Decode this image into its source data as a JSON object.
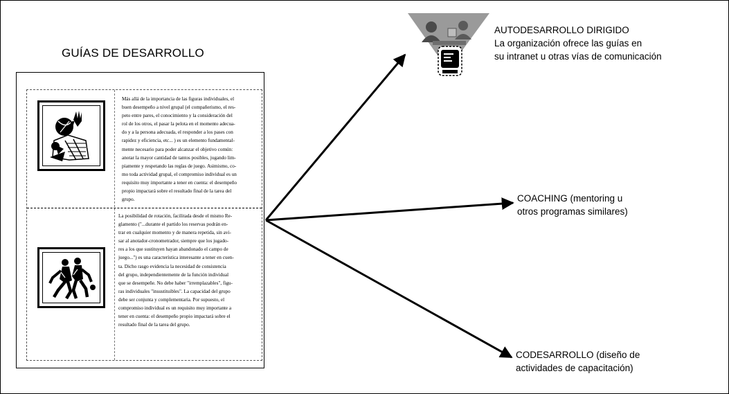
{
  "document": {
    "title": "GUÍAS DE DESARROLLO",
    "paragraph_1": "Más allá de la importancia de las figuras individuales, el\nbuen desempeño a nivel grupal (el compañerismo, el res-\npeto entre pares, el conocimiento y la  consideración del\nrol de los otros, el pasar la pelota en el momento adecua-\ndo y a la persona adecuada, el responder a los    pases con\nrapidez y eficiencia, etc... ) es un elemento fundamental-\nmente necesario para poder alcanzar el objetivo común:\nanotar la mayor cantidad de tantos posibles, jugando     lim-\npiamente y respetando las reglas de juego. Asimismo,     co-\nmo toda actividad grupal, el compromiso individual es un\nrequisito muy importante a tener en cuenta: el desempeño\npropio impactará sobre el resultado final de la tarea del\ngrupo.",
    "paragraph_2": "La posibilidad de rotación, facilitada desde el mismo Re-\nglamento (\"...durante  el partido los reservas podrán en-\ntrar en cualquier momento y de manera repetida, sin    avi-\nsar al anotador-cronometrador, siempre que los jugado-\nres a los que sustituyen hayan abandonado el campo de\njuego...\") es una característica interesante a tener en     cuen-\nta. Dicho rasgo evidencia la    necesidad  de consistencia\ndel grupo, independientemente de la función individual\nque se desempeñe. No debe haber \"irremplazables\",     figu-\nras individuales \"insustituibles\". La capacidad del grupo\ndebe ser conjunta y complementaria.   Por supuesto, el\ncompromiso individual es un requisito muy importante a\ntener en cuenta: el desempeño propio impactará sobre el\nresultado final de la tarea del grupo."
  },
  "targets": [
    {
      "name": "autodesarrollo",
      "lines": [
        "AUTODESARROLLO DIRIGIDO",
        "La organización ofrece las guías en",
        "su intranet u otras vías de comunicación"
      ]
    },
    {
      "name": "coaching",
      "lines": [
        "COACHING (mentoring u",
        "otros programas similares)"
      ]
    },
    {
      "name": "codesarrollo",
      "lines": [
        "CODESARROLLO (diseño de",
        "actividades de capacitación)"
      ]
    }
  ],
  "icons": {
    "clipart_1": "basketball-player-icon",
    "clipart_2": "basketball-players-icon",
    "clipart_3": "meeting-computer-icon"
  }
}
